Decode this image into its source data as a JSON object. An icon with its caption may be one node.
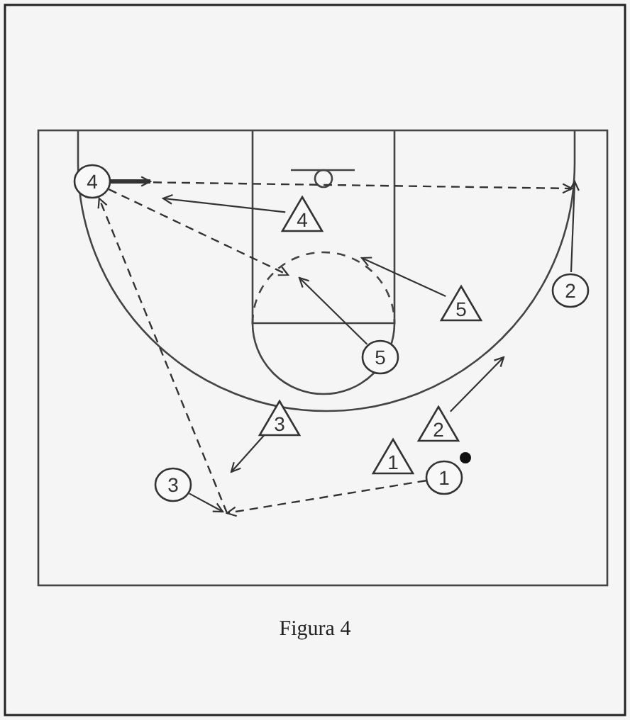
{
  "diagram": {
    "caption": "Figura 4",
    "nodes": [
      {
        "text": [
          "4"
        ]
      },
      {
        "text": [
          "4"
        ]
      },
      {
        "text": [
          "2"
        ]
      },
      {
        "text": [
          "5"
        ]
      },
      {
        "text": [
          "5"
        ]
      },
      {
        "text": [
          "3"
        ]
      },
      {
        "text": [
          "2"
        ]
      },
      {
        "text": [
          "1"
        ]
      },
      {
        "text": [
          "3"
        ]
      },
      {
        "text": [
          "1"
        ]
      }
    ],
    "edges": [
      {
        "from": 9,
        "to": null,
        "arrow": "to",
        "style": "dashed"
      },
      {
        "from": 8,
        "to": null,
        "arrow": "to"
      },
      {
        "from": null,
        "to": 0,
        "arrow": "to",
        "style": "dashed"
      },
      {
        "from": 0,
        "to": null,
        "arrow": "to",
        "style": "dashed"
      },
      {
        "from": 2,
        "to": null,
        "arrow": "to"
      },
      {
        "from": 0,
        "to": null,
        "arrow": "to",
        "style": "thick"
      },
      {
        "from": 1,
        "to": null,
        "arrow": "to"
      },
      {
        "from": 0,
        "to": null,
        "arrow": "to",
        "style": "dashed"
      },
      {
        "from": 4,
        "to": null,
        "arrow": "to"
      },
      {
        "from": 3,
        "to": null,
        "arrow": "to"
      },
      {
        "from": 5,
        "to": null,
        "arrow": "to"
      },
      {
        "from": 6,
        "to": null,
        "arrow": "to"
      }
    ]
  }
}
